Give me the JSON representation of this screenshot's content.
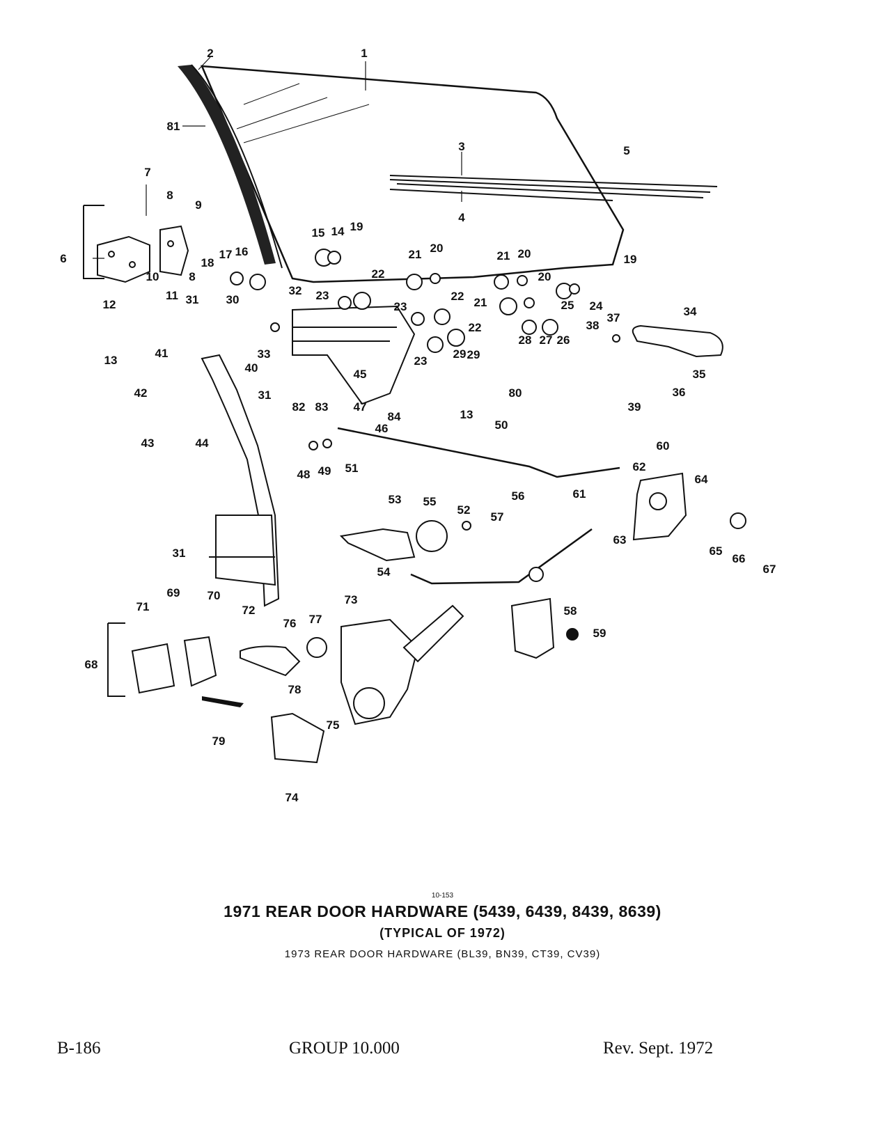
{
  "figure_number": "10-153",
  "title_lines": [
    "1971 REAR DOOR HARDWARE (5439, 6439, 8439, 8639)",
    "(TYPICAL OF 1972)",
    "1973 REAR DOOR HARDWARE (BL39, BN39, CT39, CV39)"
  ],
  "footer": {
    "page": "B-186",
    "group": "GROUP 10.000",
    "revision": "Rev. Sept. 1972"
  },
  "callouts": [
    "1",
    "2",
    "3",
    "4",
    "5",
    "6",
    "7",
    "8",
    "8",
    "9",
    "10",
    "11",
    "12",
    "13",
    "13",
    "14",
    "15",
    "16",
    "17",
    "18",
    "19",
    "19",
    "20",
    "20",
    "20",
    "21",
    "21",
    "21",
    "22",
    "22",
    "22",
    "23",
    "23",
    "23",
    "24",
    "25",
    "26",
    "27",
    "28",
    "29",
    "29",
    "30",
    "31",
    "31",
    "31",
    "32",
    "33",
    "34",
    "35",
    "36",
    "37",
    "38",
    "39",
    "40",
    "41",
    "42",
    "43",
    "44",
    "45",
    "46",
    "47",
    "48",
    "49",
    "50",
    "51",
    "52",
    "53",
    "54",
    "55",
    "56",
    "57",
    "58",
    "59",
    "60",
    "61",
    "62",
    "63",
    "64",
    "65",
    "66",
    "67",
    "68",
    "69",
    "70",
    "71",
    "72",
    "73",
    "74",
    "75",
    "76",
    "77",
    "78",
    "79",
    "80",
    "81",
    "82",
    "83",
    "84"
  ]
}
